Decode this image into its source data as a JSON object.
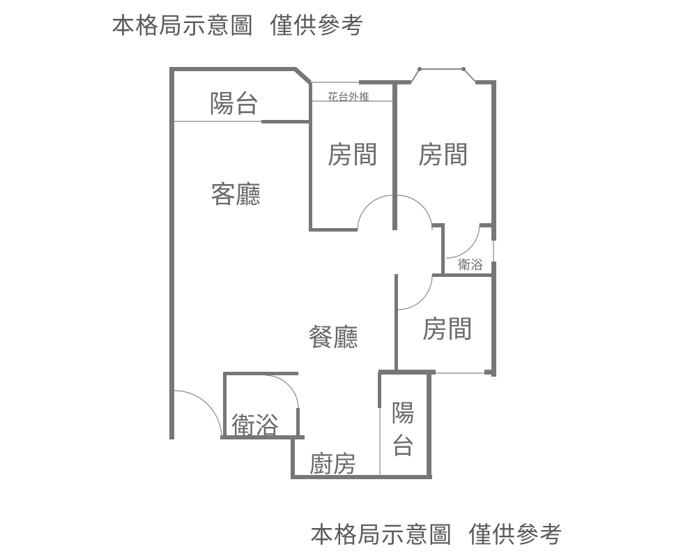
{
  "captions": {
    "top": "本格局示意圖  僅供參考",
    "bottom": "本格局示意圖  僅供參考"
  },
  "rooms": {
    "balcony_top": "陽台",
    "planter_note": "花台外推",
    "living_room": "客廳",
    "bedroom_1": "房間",
    "bedroom_2": "房間",
    "bathroom_small": "衛浴",
    "dining_room": "餐廳",
    "bedroom_3": "房間",
    "bathroom_main": "衛浴",
    "kitchen": "廚房",
    "balcony_side_1": "陽",
    "balcony_side_2": "台"
  },
  "colors": {
    "wall": "#777777",
    "text": "#666666"
  }
}
